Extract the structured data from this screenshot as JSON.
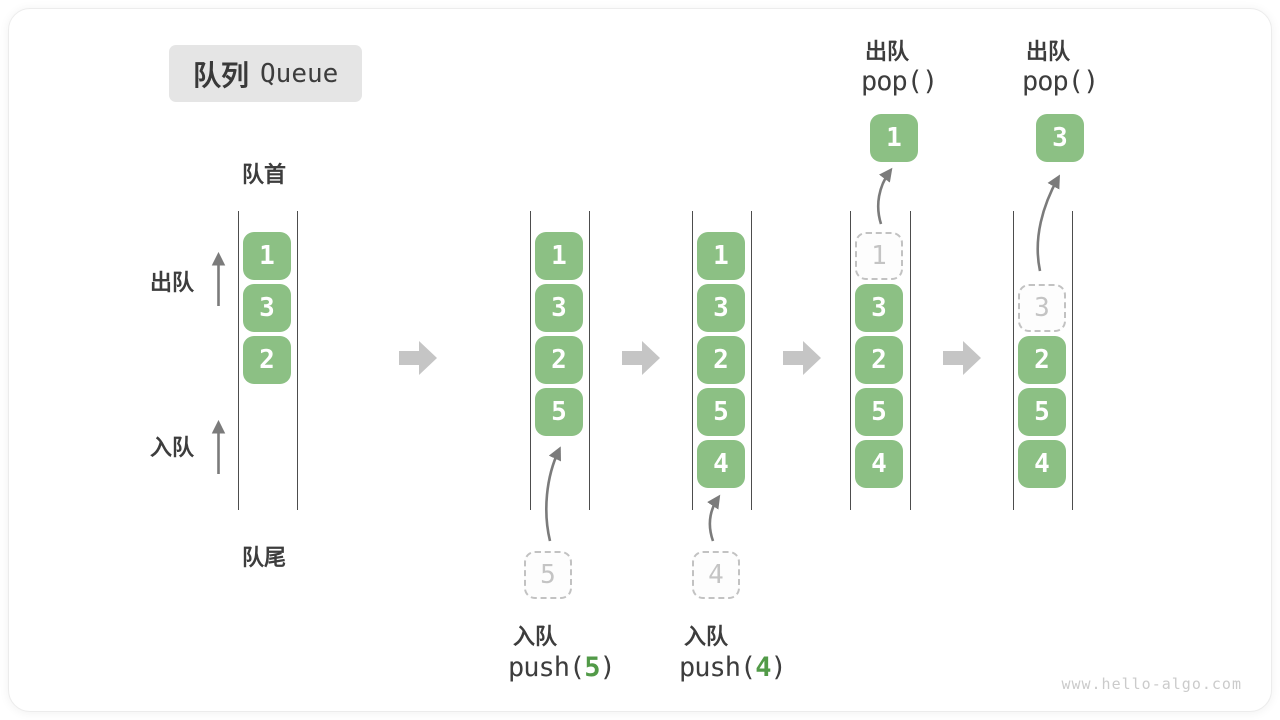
{
  "title": {
    "zh": "队列",
    "en": "Queue"
  },
  "labels": {
    "front": "队首",
    "rear": "队尾",
    "dequeue_side": "出队",
    "enqueue_side": "入队"
  },
  "ops": {
    "push5": {
      "label": "入队",
      "code_pre": "push(",
      "arg": "5",
      "code_post": ")"
    },
    "push4": {
      "label": "入队",
      "code_pre": "push(",
      "arg": "4",
      "code_post": ")"
    },
    "pop1": {
      "label": "出队",
      "code": "pop()",
      "value": "1"
    },
    "pop3": {
      "label": "出队",
      "code": "pop()",
      "value": "3"
    }
  },
  "queues": [
    {
      "cells": [
        "1",
        "3",
        "2"
      ]
    },
    {
      "cells": [
        "1",
        "3",
        "2",
        "5"
      ]
    },
    {
      "cells": [
        "1",
        "3",
        "2",
        "5",
        "4"
      ]
    },
    {
      "popped": "1",
      "cells": [
        "3",
        "2",
        "5",
        "4"
      ]
    },
    {
      "popped": "3",
      "cells": [
        "2",
        "5",
        "4"
      ]
    }
  ],
  "watermark": "www.hello-algo.com",
  "colors": {
    "cell_green": "#8cc084",
    "code_arg_green": "#529a48",
    "block_arrow_gray": "#c5c5c5",
    "thin_arrow_gray": "#7b7b7b",
    "title_box_bg": "#e5e5e5",
    "text_dark": "#3d3d3d"
  }
}
